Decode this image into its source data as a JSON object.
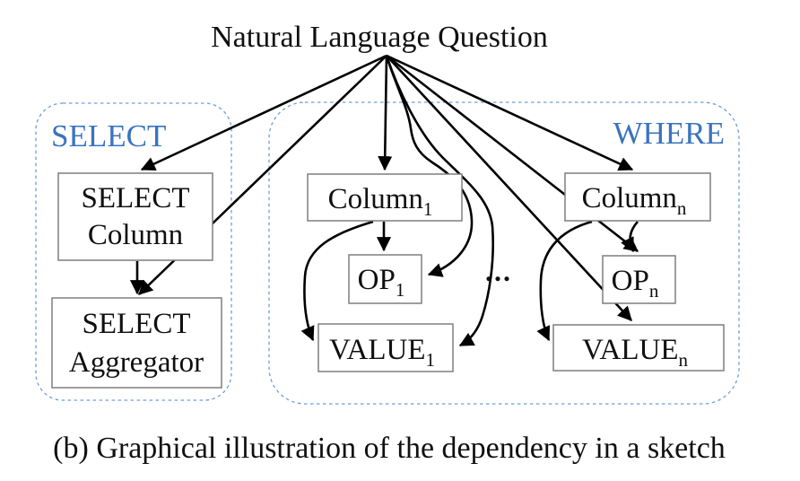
{
  "title": "Natural Language Question",
  "caption": "(b) Graphical illustration of the dependency in a sketch",
  "groups": {
    "select": {
      "label": "SELECT"
    },
    "where": {
      "label": "WHERE"
    }
  },
  "nodes": {
    "select_column": {
      "line1": "SELECT",
      "line2": "Column"
    },
    "select_aggregator": {
      "line1": "SELECT",
      "line2": "Aggregator"
    },
    "column_1": {
      "base": "Column",
      "sub": "1"
    },
    "op_1": {
      "base": "OP",
      "sub": "1"
    },
    "value_1": {
      "base": "VALUE",
      "sub": "1"
    },
    "column_n": {
      "base": "Column",
      "sub": "n"
    },
    "op_n": {
      "base": "OP",
      "sub": "n"
    },
    "value_n": {
      "base": "VALUE",
      "sub": "n"
    }
  },
  "ellipsis": "...",
  "edges": [
    "question->select_column",
    "question->select_aggregator",
    "question->column_1",
    "question->op_1",
    "question->value_1",
    "question->column_n",
    "question->op_n",
    "question->value_n",
    "select_column->select_aggregator",
    "column_1->op_1",
    "column_1->value_1",
    "column_n->op_n",
    "column_n->value_n",
    "op_n->value_n"
  ],
  "colors": {
    "accent_blue": "#3a73be",
    "dashed_border": "#6d9eda",
    "box_border": "#7f7f7f",
    "arrow": "#000000",
    "background": "#ffffff"
  }
}
